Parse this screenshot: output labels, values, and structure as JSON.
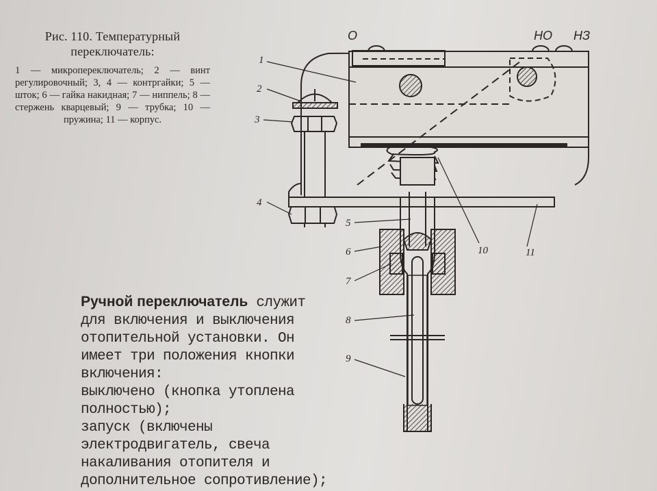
{
  "figure": {
    "caption_title": "Рис. 110. Температурный переключатель:",
    "caption_legend": "1 — микропереключатель; 2 — винт регулировочный; 3, 4 — контргайки; 5 — шток; 6 — гайка накидная; 7 — ниппель; 8 — стержень кварцевый; 9 — трубка; 10 — пружина; 11 — корпус.",
    "top_labels": {
      "o": "О",
      "no": "НО",
      "nz": "НЗ"
    },
    "part_labels": [
      "1",
      "2",
      "3",
      "4",
      "5",
      "6",
      "7",
      "8",
      "9",
      "10",
      "11"
    ]
  },
  "body": {
    "lead_bold": "Ручной переключатель",
    "para1_rest": " служит для включения и выключения отопительной установки. Он имеет три положения кнопки включения:",
    "item1": "выключено (кнопка утоплена полностью);",
    "item2": "запуск (включены электродвигатель, свеча накаливания отопителя и дополнительное сопротивление);"
  }
}
